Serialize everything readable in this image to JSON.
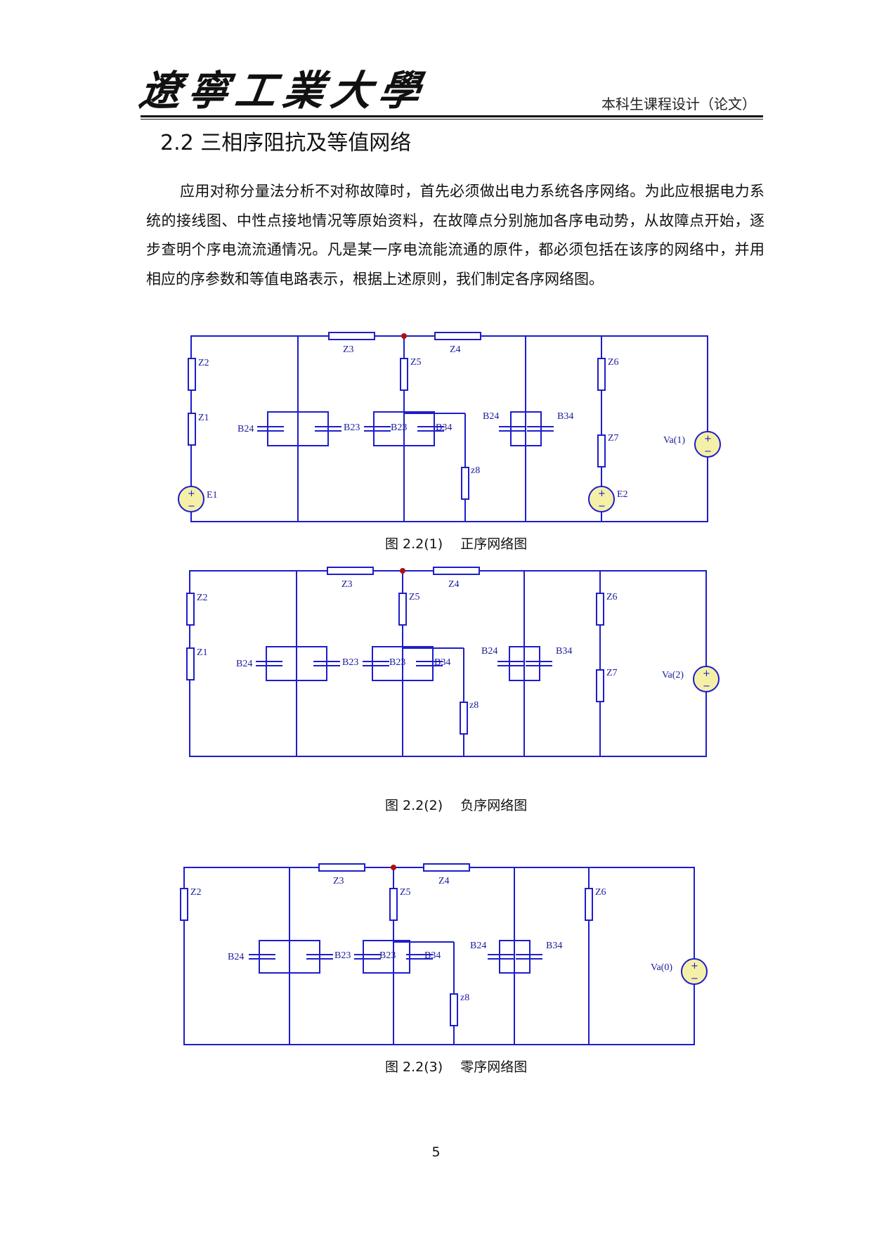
{
  "header": {
    "logo_text": "遼寧工業大學",
    "right_text": "本科生课程设计（论文）"
  },
  "section": {
    "title": "2.2 三相序阻抗及等值网络"
  },
  "paragraph": "应用对称分量法分析不对称故障时，首先必须做出电力系统各序网络。为此应根据电力系统的接线图、中性点接地情况等原始资料，在故障点分别施加各序电动势，从故障点开始，逐步查明个序电流流通情况。凡是某一序电流能流通的原件，都必须包括在该序的网络中，并用相应的序参数和等值电路表示，根据上述原则，我们制定各序网络图。",
  "figures": [
    {
      "caption": "图 2.2(1)　 正序网络图",
      "labels": {
        "z1": "Z1",
        "z2": "Z2",
        "z3": "Z3",
        "z4": "Z4",
        "z5": "Z5",
        "z6": "Z6",
        "z7": "Z7",
        "z8": "z8",
        "b24a": "B24",
        "b23a": "B23",
        "b23b": "B23",
        "b34a": "B34",
        "b24b": "B24",
        "b34b": "B34",
        "e1": "E1",
        "e2": "E2",
        "va": "Va(1)"
      }
    },
    {
      "caption": "图 2.2(2)　 负序网络图",
      "labels": {
        "z1": "Z1",
        "z2": "Z2",
        "z3": "Z3",
        "z4": "Z4",
        "z5": "Z5",
        "z6": "Z6",
        "z7": "Z7",
        "z8": "z8",
        "b24a": "B24",
        "b23a": "B23",
        "b23b": "B23",
        "b34a": "B34",
        "b24b": "B24",
        "b34b": "B34",
        "va": "Va(2)"
      }
    },
    {
      "caption": "图 2.2(3)　 零序网络图",
      "labels": {
        "z2": "Z2",
        "z3": "Z3",
        "z4": "Z4",
        "z5": "Z5",
        "z6": "Z6",
        "z8": "z8",
        "b24a": "B24",
        "b23a": "B23",
        "b23b": "B23",
        "b34a": "B34",
        "b24b": "B24",
        "b34b": "B34",
        "va": "Va(0)"
      }
    }
  ],
  "page_number": "5"
}
